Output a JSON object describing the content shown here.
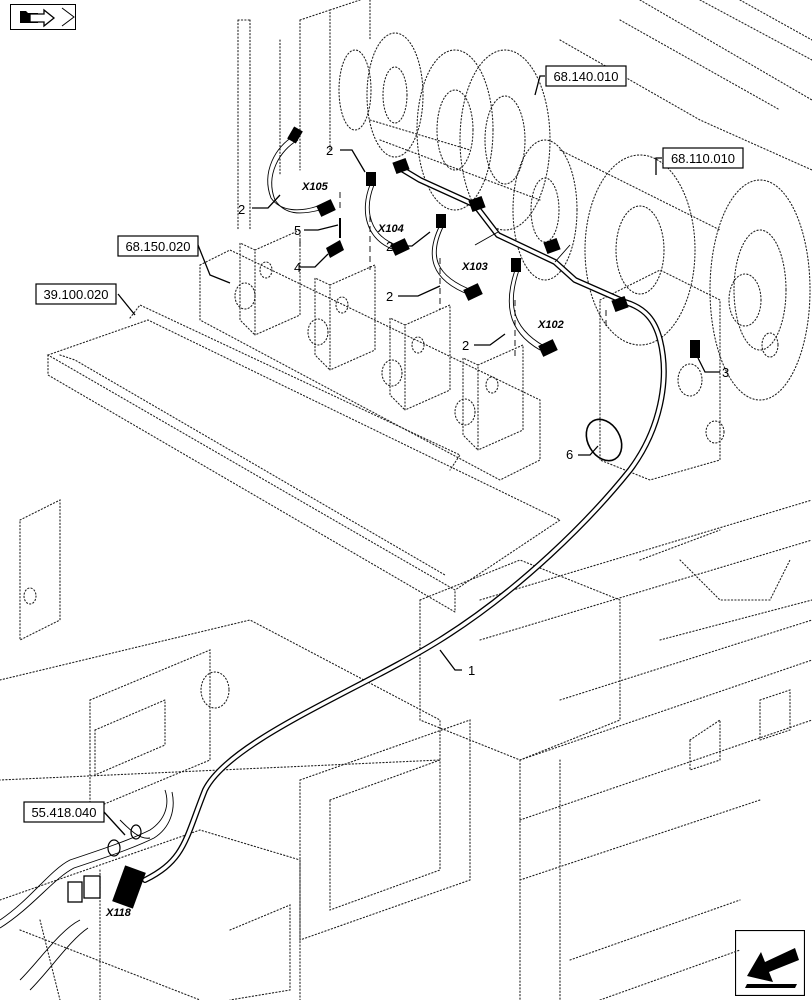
{
  "nav": {
    "top_button_icon": "folder-arrow-icon",
    "bottom_button_icon": "back-arrow-icon"
  },
  "references": {
    "ref_68_140_010": "68.140.010",
    "ref_68_110_010": "68.110.010",
    "ref_68_150_020": "68.150.020",
    "ref_39_100_020": "39.100.020",
    "ref_55_418_040": "55.418.040"
  },
  "connectors": {
    "x105": "X105",
    "x104": "X104",
    "x103": "X103",
    "x102": "X102",
    "x118": "X118"
  },
  "callouts": {
    "n1": "1",
    "n2": "2",
    "n3": "3",
    "n4": "4",
    "n5": "5",
    "n6": "6"
  }
}
